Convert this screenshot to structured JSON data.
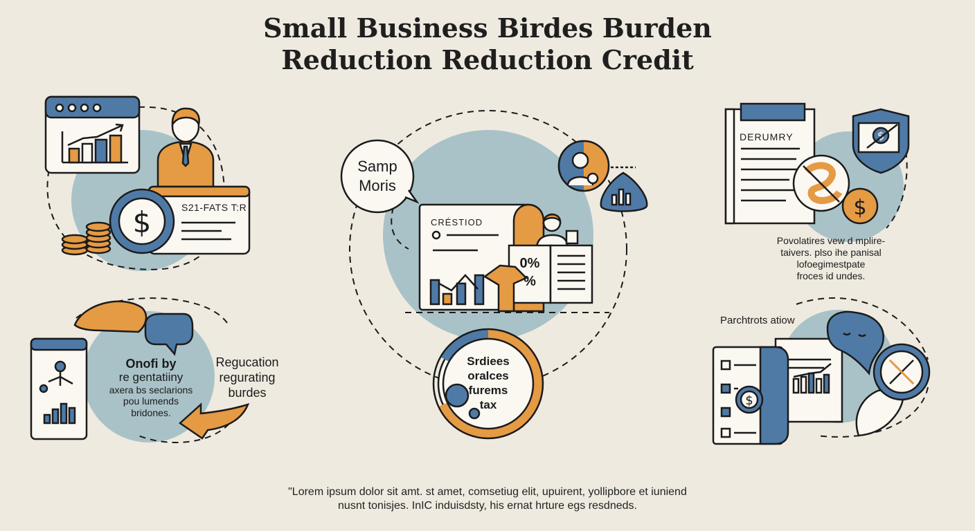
{
  "title": {
    "line1": "Small Business Birdes Burden",
    "line2": "Reduction Reduction Credit"
  },
  "colors": {
    "background": "#efeae0",
    "blue": "#4f7aa6",
    "orange": "#e59a44",
    "teal_circle": "#a9c2c8",
    "ink": "#1b1b1b"
  },
  "top_left": {
    "card_label": "S21-FATS T:R",
    "icons": [
      "browser-window-icon",
      "bar-chart-icon",
      "person-icon",
      "dollar-coin-icon",
      "coin-stack-icon"
    ]
  },
  "center": {
    "bubble_line1": "Samp",
    "bubble_line2": "Moris",
    "doc_label": "CRÉSTIOD",
    "percent_line1": "0%",
    "percent_line2": "%",
    "ring_line1": "Srdiees",
    "ring_line2": "oralces",
    "ring_line3": "furems",
    "ring_line4": "tax"
  },
  "top_right": {
    "doc_title": "DERUMRY",
    "desc_line1": "Povolatires vew d mplire-",
    "desc_line2": "taivers. plso ihe panisal",
    "desc_line3": "lofoegimestpate",
    "desc_line4": "froces id undes."
  },
  "bottom_left": {
    "text_line1": "Onofi by",
    "text_line2": "re gentatiiny",
    "text_line3": "axera bs seclarions",
    "text_line4": "pou lumends",
    "text_line5": "bridones.",
    "side_line1": "Regucation",
    "side_line2": "regurating",
    "side_line3": "burdes"
  },
  "bottom_right": {
    "heading": "Parchtrots atiow"
  },
  "footer": {
    "line1": "\"Lorem ipsum dolor sit amt. st amet, comsetiug elit, upuirent, yollipbore et iuniend",
    "line2": "nusnt tonisjes. InIC induisdsty, his ernat hrture egs resdneds."
  }
}
